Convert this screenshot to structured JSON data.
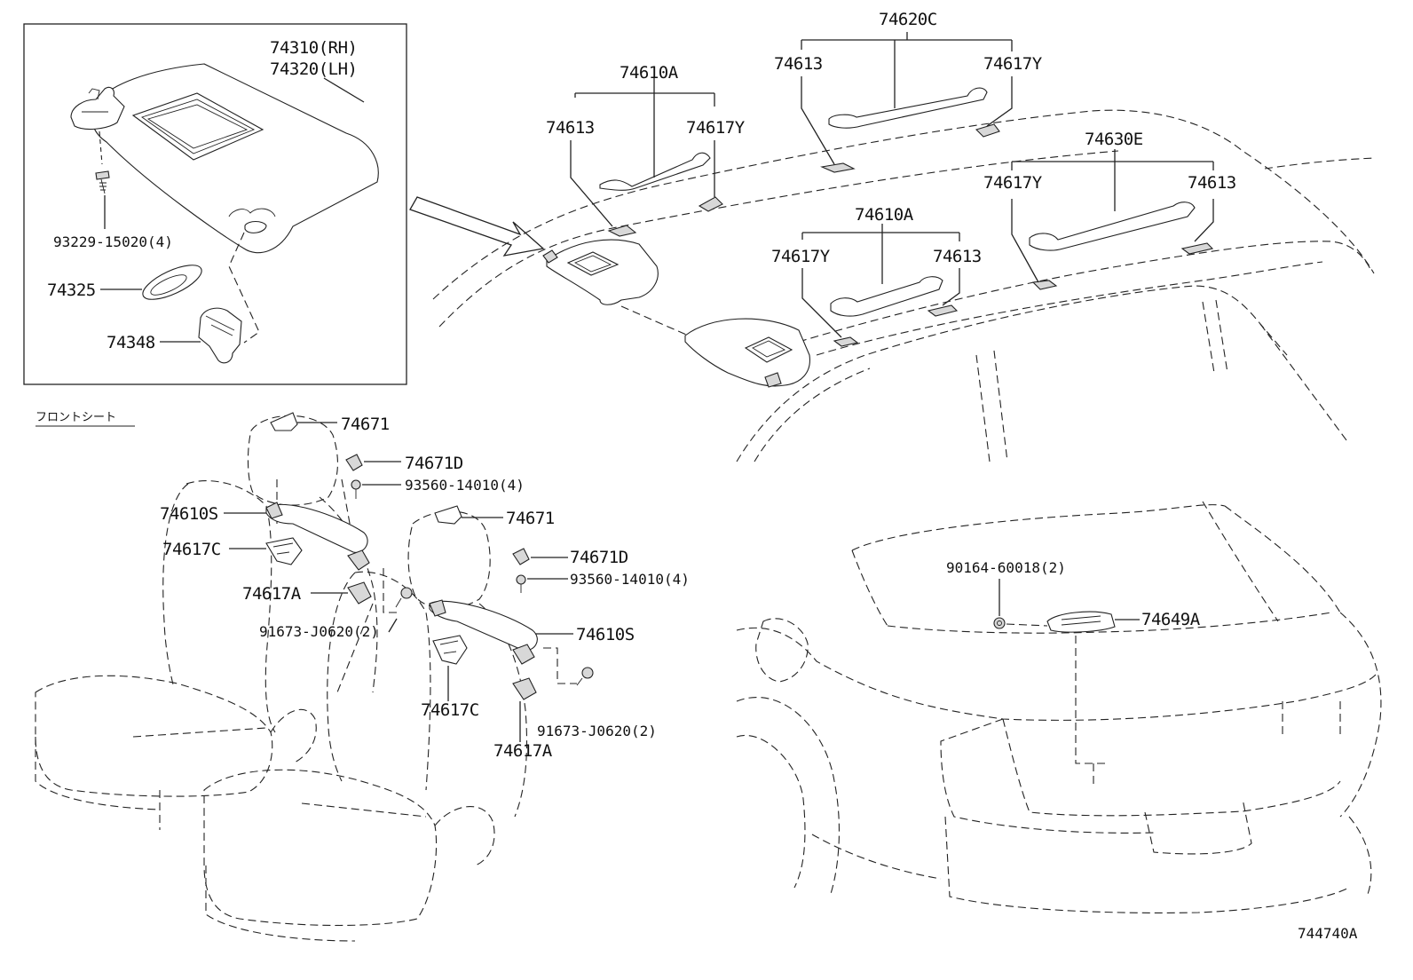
{
  "labels": {
    "p74310": "74310(RH)",
    "p74320": "74320(LH)",
    "p93229": "93229-15020(4)",
    "p74325": "74325",
    "p74348": "74348",
    "p74610A_1": "74610A",
    "p74613_1": "74613",
    "p74617Y_1": "74617Y",
    "p74620C": "74620C",
    "p74613_2": "74613",
    "p74617Y_2": "74617Y",
    "p74630E": "74630E",
    "p74617Y_3": "74617Y",
    "p74613_3": "74613",
    "p74610A_2": "74610A",
    "p74617Y_4": "74617Y",
    "p74613_4": "74613",
    "front_seat": "フロントシート",
    "p74671_1": "74671",
    "p74671D_1": "74671D",
    "p93560_1": "93560-14010(4)",
    "p74610S_1": "74610S",
    "p74617C_1": "74617C",
    "p74617A_1": "74617A",
    "p91673_1": "91673-J0620(2)",
    "p74671_2": "74671",
    "p74671D_2": "74671D",
    "p93560_2": "93560-14010(4)",
    "p74610S_2": "74610S",
    "p74617C_2": "74617C",
    "p74617A_2": "74617A",
    "p91673_2": "91673-J0620(2)",
    "p90164": "90164-60018(2)",
    "p74649A": "74649A",
    "diagram_id": "744740A"
  }
}
